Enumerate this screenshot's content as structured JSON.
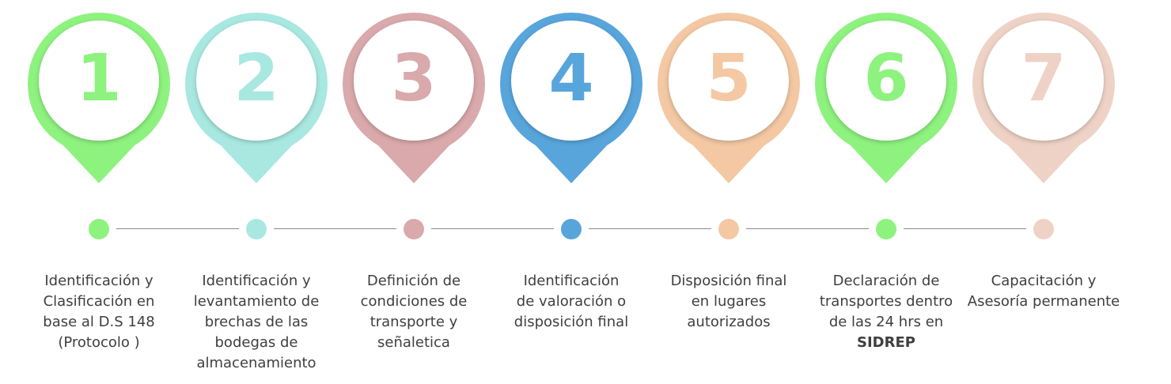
{
  "steps": [
    {
      "number": "1",
      "color": "#8ef27f",
      "label_lines": [
        "Identificación y",
        "Clasificación en",
        "base al D.S 148",
        "(Protocolo )"
      ],
      "bold_last": ""
    },
    {
      "number": "2",
      "color": "#a8e8e0",
      "label_lines": [
        "Identificación y",
        "levantamiento de",
        "brechas de las",
        "bodegas de",
        "almacenamiento"
      ],
      "bold_last": ""
    },
    {
      "number": "3",
      "color": "#d9a9ab",
      "label_lines": [
        "Definición de",
        "condiciones de",
        "transporte y",
        "señaletica"
      ],
      "bold_last": ""
    },
    {
      "number": "4",
      "color": "#58a5dc",
      "label_lines": [
        "Identificación",
        "de valoración o",
        "disposición final"
      ],
      "bold_last": ""
    },
    {
      "number": "5",
      "color": "#f3c8a3",
      "label_lines": [
        "Disposición final",
        "en  lugares",
        "autorizados"
      ],
      "bold_last": ""
    },
    {
      "number": "6",
      "color": "#8ef27f",
      "label_lines": [
        "Declaración de",
        "transportes dentro",
        "de las 24 hrs en"
      ],
      "bold_last": "SIDREP"
    },
    {
      "number": "7",
      "color": "#efd2c6",
      "label_lines": [
        "Capacitación y",
        "Asesoría permanente"
      ],
      "bold_last": ""
    }
  ]
}
